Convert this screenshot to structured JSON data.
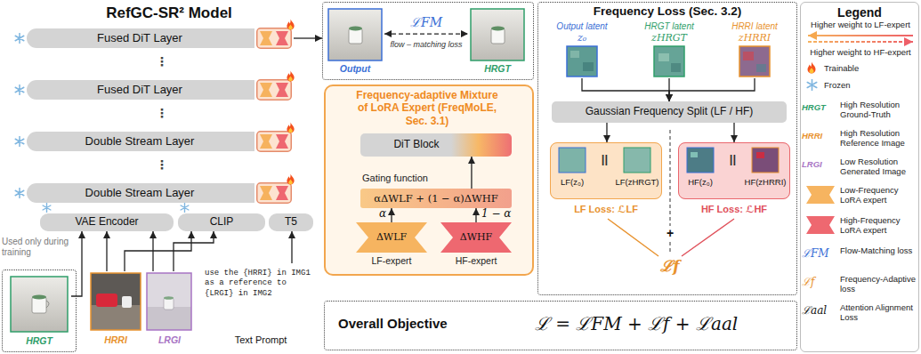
{
  "diagram": {
    "nodes": [
      {
        "text": [
          "Fused DiT Layer"
        ]
      },
      {
        "text": [
          "Fused DiT Layer"
        ]
      },
      {
        "text": [
          "Double Stream Layer"
        ]
      },
      {
        "text": [
          "Double Stream Layer"
        ]
      },
      {
        "text": [
          "VAE Encoder"
        ]
      },
      {
        "text": [
          "CLIP"
        ]
      },
      {
        "text": [
          "T5"
        ]
      },
      {
        "text": [
          "Used only during training"
        ]
      },
      {
        "text": [
          "HRGT"
        ],
        "in": 7
      },
      {
        "text": [
          "HRRI"
        ]
      },
      {
        "text": [
          "LRGI"
        ]
      },
      {
        "text": [
          "use the {HRRI} in IMG1 as a reference to {LRGI} in IMG2",
          "Text Prompt"
        ]
      },
      {
        "text": [
          "flow – matching loss"
        ]
      },
      {
        "text": [
          "Output"
        ],
        "in": 12
      },
      {
        "text": [
          "HRGT"
        ],
        "in": 12
      },
      {
        "text": [
          "Frequency-adaptive Mixture of LoRA Expert (FreqMoLE, Sec. 3.1)"
        ]
      },
      {
        "text": [
          "DiT Block"
        ],
        "in": 15
      },
      {
        "text": [
          "Gating function",
          "αΔWLF + (1 − α)ΔWHF"
        ],
        "in": 15
      },
      {
        "text": [
          "ΔWLF",
          "LF-expert"
        ],
        "in": 15
      },
      {
        "text": [
          "ΔWHF",
          "HF-expert"
        ],
        "in": 15
      },
      {
        "text": [
          "Frequency Loss (Sec. 3.2)"
        ]
      },
      {
        "text": [
          "Output latent",
          "z₀"
        ],
        "in": 20
      },
      {
        "text": [
          "HRGT latent",
          "zHRGT"
        ],
        "in": 20
      },
      {
        "text": [
          "HRRI latent",
          "zHRRI"
        ],
        "in": 20
      },
      {
        "text": [
          "Gaussian Frequency Split (LF / HF)"
        ],
        "in": 20
      },
      {
        "text": [
          "LF(z₀)",
          "||",
          "LF(zHRGT)",
          "LF Loss: ℒLF"
        ],
        "in": 20
      },
      {
        "text": [
          "HF(z₀)",
          "||",
          "HF(zHRRI)",
          "HF Loss: ℒHF"
        ],
        "in": 20
      },
      {
        "text": [
          "Overall Objective",
          "ℒ = ℒFM + ℒf + ℒaal"
        ]
      },
      {
        "text": [
          "Legend"
        ]
      }
    ],
    "edges": [
      {
        "from": 0,
        "to": 12,
        "arrow": "to"
      },
      {
        "from": 8,
        "to": 4,
        "arrow": "to"
      },
      {
        "from": 9,
        "to": 4,
        "arrow": "to"
      },
      {
        "from": 10,
        "to": 4,
        "arrow": "to"
      },
      {
        "from": 9,
        "to": 5,
        "arrow": "to"
      },
      {
        "from": 10,
        "to": 5,
        "arrow": "to"
      },
      {
        "from": 11,
        "to": 6,
        "arrow": "to"
      },
      {
        "from": 13,
        "to": 14,
        "label": "ℒFM",
        "arrow": "both"
      },
      {
        "from": 18,
        "to": 17,
        "label": "α",
        "arrow": "to"
      },
      {
        "from": 19,
        "to": 17,
        "label": "1 − α",
        "arrow": "to"
      },
      {
        "from": 17,
        "to": 16,
        "arrow": "to"
      },
      {
        "from": 21,
        "to": 24,
        "arrow": "to"
      },
      {
        "from": 22,
        "to": 24,
        "arrow": "to"
      },
      {
        "from": 23,
        "to": 24,
        "arrow": "to"
      },
      {
        "from": 24,
        "to": 25,
        "arrow": "to"
      },
      {
        "from": 24,
        "to": 26,
        "arrow": "to"
      }
    ],
    "labels": [
      "RefGC-SR² Model",
      "⋮",
      "⋮",
      "⋮",
      "+",
      "ℒf",
      "HRGT",
      "HRRI",
      "LRGI",
      "ℒFM",
      "ℒf",
      "ℒaal"
    ],
    "legend": [
      {
        "text": "Higher weight to LF-expert"
      },
      {
        "text": "Higher weight to HF-expert"
      },
      {
        "text": "Trainable"
      },
      {
        "text": "Frozen"
      },
      {
        "text": "High Resolution Ground-Truth"
      },
      {
        "text": "High Resolution Reference Image"
      },
      {
        "text": "Low Resolution Generated Image"
      },
      {
        "text": "Low-Frequency LoRA expert"
      },
      {
        "text": "High-Frequency LoRA expert"
      },
      {
        "text": "Flow-Matching loss"
      },
      {
        "text": "Frequency-Adaptive loss"
      },
      {
        "text": "Attention Alignment Loss"
      }
    ]
  }
}
